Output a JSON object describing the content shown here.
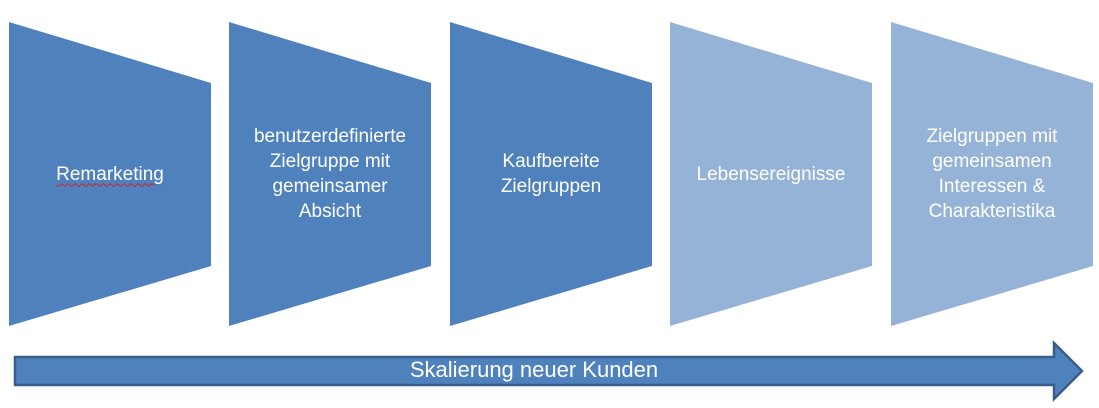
{
  "diagram": {
    "stages": [
      {
        "label": "Remarketing",
        "color": "#4f81bd"
      },
      {
        "label": "benutzerdefinierte\nZielgruppe mit\ngemeinsamer\nAbsicht",
        "color": "#4f81bd"
      },
      {
        "label": "Kaufbereite\nZielgruppen",
        "color": "#4f81bd"
      },
      {
        "label": "Lebensereignisse",
        "color": "#95b3d7"
      },
      {
        "label": "Zielgruppen mit\ngemeinsamen\nInteressen &\nCharakteristika",
        "color": "#95b3d7"
      }
    ],
    "arrow": {
      "label": "Skalierung neuer Kunden",
      "fill": "#4f81bd",
      "stroke": "#385d8a"
    }
  }
}
